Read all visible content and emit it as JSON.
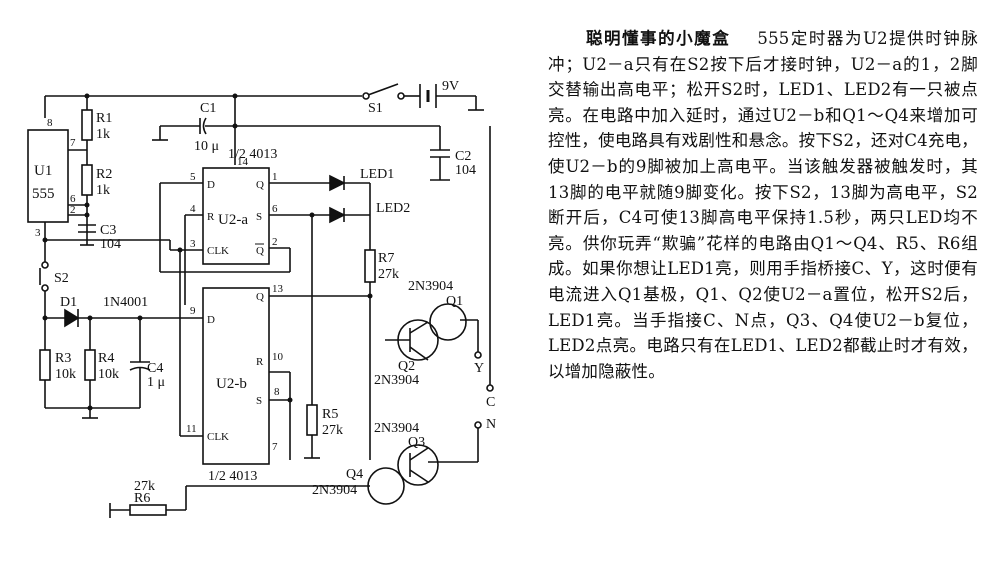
{
  "schematic": {
    "u1": {
      "name": "U1",
      "chip": "555",
      "pins": [
        "8",
        "7",
        "6",
        "2",
        "3"
      ]
    },
    "u2a": {
      "name": "U2-a",
      "pins_left": [
        "D",
        "R",
        "CLK"
      ],
      "pins_right": [
        "Q",
        "S",
        "Q"
      ],
      "pin_numbers": [
        "5",
        "4",
        "3",
        "14",
        "1",
        "6",
        "2"
      ],
      "part": "1/2 4013"
    },
    "u2b": {
      "name": "U2-b",
      "pins_left": [
        "D",
        "CLK"
      ],
      "pins_right": [
        "Q",
        "R",
        "S"
      ],
      "pin_numbers": [
        "9",
        "11",
        "13",
        "10",
        "8",
        "7"
      ],
      "part": "1/2 4013"
    },
    "resistors": [
      {
        "name": "R1",
        "value": "1k"
      },
      {
        "name": "R2",
        "value": "1k"
      },
      {
        "name": "R3",
        "value": "10k"
      },
      {
        "name": "R4",
        "value": "10k"
      },
      {
        "name": "R5",
        "value": "27k"
      },
      {
        "name": "R6",
        "value": "27k"
      },
      {
        "name": "R7",
        "value": "27k"
      }
    ],
    "capacitors": [
      {
        "name": "C1",
        "value": "10 μ"
      },
      {
        "name": "C2",
        "value": "104"
      },
      {
        "name": "C3",
        "value": "104"
      },
      {
        "name": "C4",
        "value": "1 μ"
      }
    ],
    "diode": {
      "name": "D1",
      "part": "1N4001"
    },
    "switches": [
      "S1",
      "S2"
    ],
    "battery": "9V",
    "leds": [
      "LED1",
      "LED2"
    ],
    "transistors": [
      {
        "name": "Q1",
        "part": "2N3904"
      },
      {
        "name": "Q2",
        "part": "2N3904"
      },
      {
        "name": "Q3",
        "part": "2N3904"
      },
      {
        "name": "Q4",
        "part": "2N3904"
      }
    ],
    "terminals": [
      "Y",
      "C",
      "N"
    ]
  },
  "article": {
    "title": "聪明懂事的小魔盒",
    "body": "555定时器为U2提供时钟脉冲；U2－a只有在S2按下后才接时钟，U2－a的1，2脚交替输出高电平；松开S2时，LED1、LED2有一只被点亮。在电路中加入延时，通过U2－b和Q1～Q4来增加可控性，使电路具有戏剧性和悬念。按下S2，还对C4充电，使U2－b的9脚被加上高电平。当该触发器被触发时，其13脚的电平就随9脚变化。按下S2，13脚为高电平，S2断开后，C4可使13脚高电平保持1.5秒，两只LED均不亮。供你玩弄“欺骗”花样的电路由Q1～Q4、R5、R6组成。如果你想让LED1亮，则用手指桥接C、Y，这时便有电流进入Q1基极，Q1、Q2使U2－a置位，松开S2后，LED1亮。当手指接C、N点，Q3、Q4使U2－b复位，LED2点亮。电路只有在LED1、LED2都截止时才有效，以增加隐蔽性。"
  }
}
